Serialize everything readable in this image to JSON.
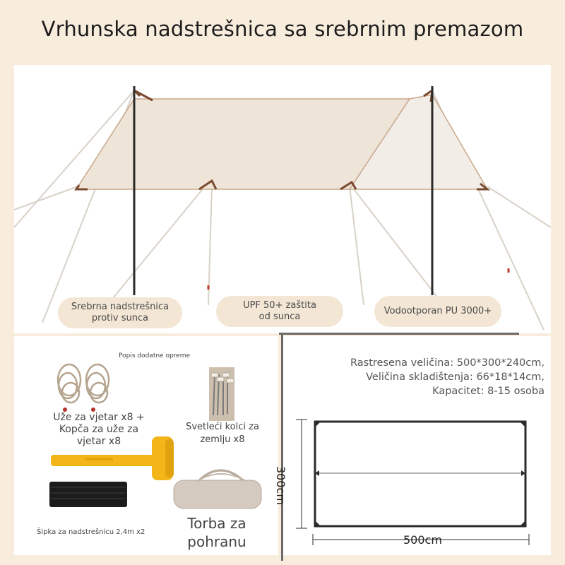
{
  "title": "Vrhunska nadstrešnica sa srebrnim premazom",
  "features": [
    "Srebrna nadstrešnica\nprotiv sunca",
    "UPF 50+ zaštita\nod sunca",
    "Vodootporan PU 3000+"
  ],
  "accessories": {
    "title": "Popis dodatne opreme",
    "items": [
      {
        "label": "Uže za vjetar x8 +\nKopča za uže za\nvjetar x8",
        "icon": "rope-icon"
      },
      {
        "label": "Svetleći kolci za\nzemlju x8",
        "icon": "stakes-icon"
      },
      {
        "label": "",
        "icon": "hammer-icon"
      },
      {
        "label": "Šipka za nadstrešnicu 2,4m x2",
        "icon": "poles-icon"
      },
      {
        "label": "Torba za\npohranu",
        "icon": "bag-icon"
      }
    ]
  },
  "specs": {
    "lines": [
      "Rastresena veličina: 500*300*240cm,",
      "Veličina skladištenja: 66*18*14cm,",
      "Kapacitet: 8-15 osoba"
    ],
    "width_label": "500cm",
    "height_label": "300cm"
  },
  "colors": {
    "background": "#f8ecdc",
    "pill": "#f3e6d5",
    "canopy": "#efe4d8",
    "accent_yellow": "#f2b619"
  }
}
